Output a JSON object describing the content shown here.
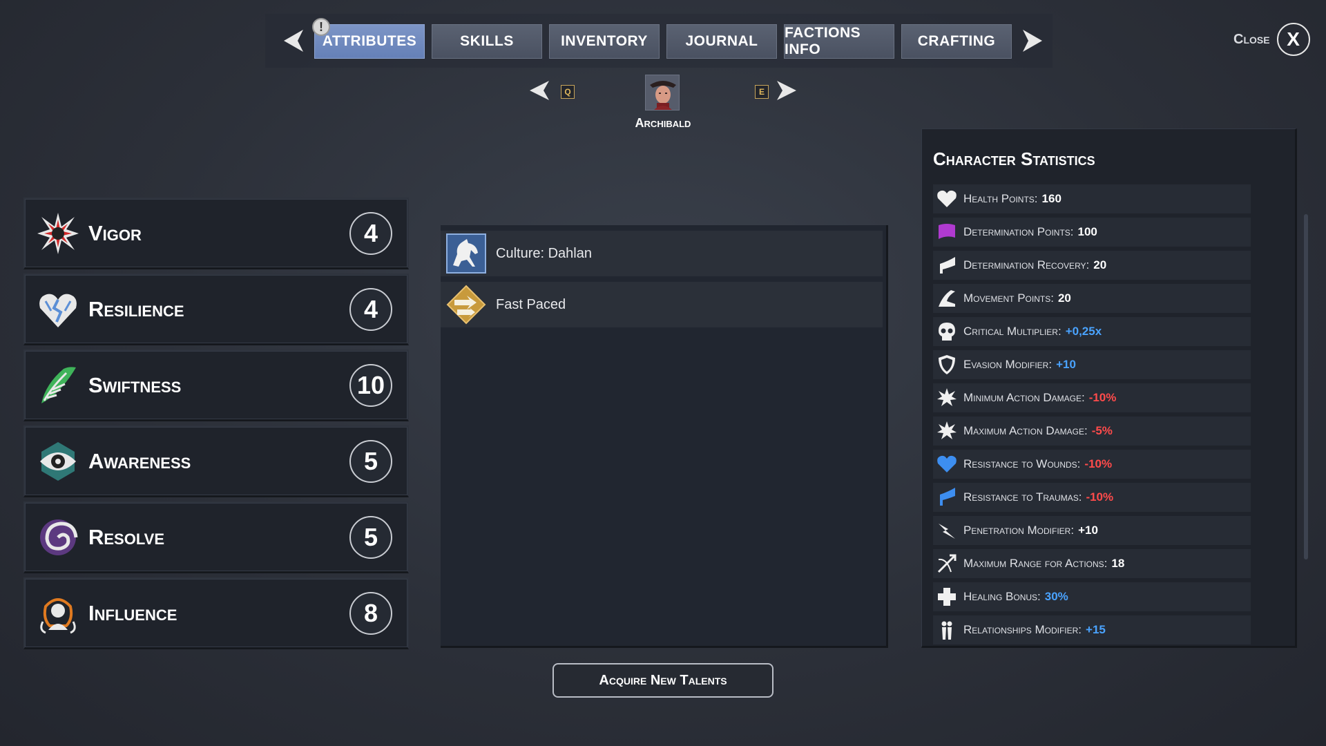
{
  "tabs": {
    "items": [
      {
        "label": "Attributes",
        "active": true
      },
      {
        "label": "Skills",
        "active": false
      },
      {
        "label": "Inventory",
        "active": false
      },
      {
        "label": "Journal",
        "active": false
      },
      {
        "label": "Factions Info",
        "active": false
      },
      {
        "label": "Crafting",
        "active": false
      }
    ],
    "alert": "!"
  },
  "close": {
    "label": "Close",
    "icon": "X"
  },
  "character": {
    "name": "Archibald",
    "prev_key": "Q",
    "next_key": "E"
  },
  "attributes": [
    {
      "name": "Vigor",
      "value": "4",
      "icon": "burst-icon",
      "color": "#e03030"
    },
    {
      "name": "Resilience",
      "value": "4",
      "icon": "shattered-heart-icon",
      "color": "#5b8fd6"
    },
    {
      "name": "Swiftness",
      "value": "10",
      "icon": "wings-icon",
      "color": "#3fb35a"
    },
    {
      "name": "Awareness",
      "value": "5",
      "icon": "eye-icon",
      "color": "#3bb0a8"
    },
    {
      "name": "Resolve",
      "value": "5",
      "icon": "spiral-icon",
      "color": "#9a4fd6"
    },
    {
      "name": "Influence",
      "value": "8",
      "icon": "crowned-head-icon",
      "color": "#e07a20"
    }
  ],
  "traits": [
    {
      "label": "Culture: Dahlan",
      "icon": "horse-icon"
    },
    {
      "label": "Fast Paced",
      "icon": "arrows-icon"
    }
  ],
  "acquire_button": "Acquire New Talents",
  "stats": {
    "title": "Character Statistics",
    "rows": [
      {
        "label": "Health Points:",
        "value": "160",
        "color": "#ffffff",
        "icon": "heart-icon"
      },
      {
        "label": "Determination Points:",
        "value": "100",
        "color": "#ffffff",
        "icon": "flag-icon"
      },
      {
        "label": "Determination Recovery:",
        "value": "20",
        "color": "#ffffff",
        "icon": "recovery-flag-icon"
      },
      {
        "label": "Movement Points:",
        "value": "20",
        "color": "#ffffff",
        "icon": "boot-icon"
      },
      {
        "label": "Critical Multiplier:",
        "value": "+0,25x",
        "color": "#4aa3ff",
        "icon": "skull-icon"
      },
      {
        "label": "Evasion Modifier:",
        "value": "+10",
        "color": "#4aa3ff",
        "icon": "shield-icon"
      },
      {
        "label": "Minimum Action Damage:",
        "value": "-10%",
        "color": "#ff4b4b",
        "icon": "explosion-icon"
      },
      {
        "label": "Maximum Action Damage:",
        "value": "-5%",
        "color": "#ff4b4b",
        "icon": "explosion-icon"
      },
      {
        "label": "Resistance to Wounds:",
        "value": "-10%",
        "color": "#ff4b4b",
        "icon": "blue-heart-icon"
      },
      {
        "label": "Resistance to Traumas:",
        "value": "-10%",
        "color": "#ff4b4b",
        "icon": "blue-flag-icon"
      },
      {
        "label": "Penetration Modifier:",
        "value": "+10",
        "color": "#ffffff",
        "icon": "piercing-icon"
      },
      {
        "label": "Maximum Range for Actions:",
        "value": "18",
        "color": "#ffffff",
        "icon": "bow-icon"
      },
      {
        "label": "Healing Bonus:",
        "value": "30%",
        "color": "#4aa3ff",
        "icon": "cross-icon"
      },
      {
        "label": "Relationships Modifier:",
        "value": "+15",
        "color": "#4aa3ff",
        "icon": "people-icon"
      }
    ]
  }
}
